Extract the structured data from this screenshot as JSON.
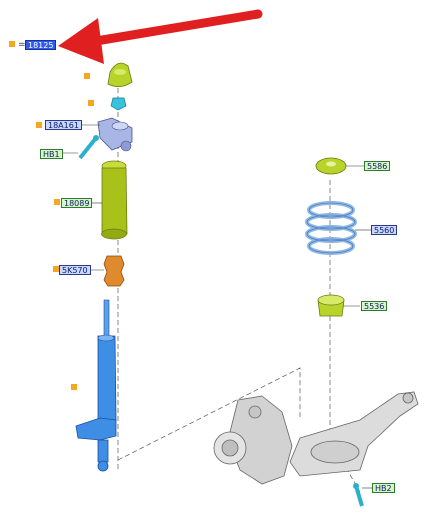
{
  "callouts": {
    "main_assembly": "18125",
    "mount": "18A161",
    "mount_bolt": "HB1",
    "dust_boot": "18089",
    "bump_stop": "5K570",
    "upper_seat": "5586",
    "coil_spring": "5560",
    "lower_seat": "5536",
    "arm_bolt": "HB2"
  },
  "legend_equals": "=",
  "colors": {
    "arrow": "#e02020",
    "strut": "#3f8ee6",
    "boot": "#a9c21a",
    "bump_stop": "#e08a2e",
    "spring": "#8fb8e6",
    "seat": "#b8d42a",
    "knuckle": "#d7d7d7",
    "marker": "#f5a623",
    "highlight": "#2f5cf0"
  },
  "icons": [
    "arrow-icon",
    "marker-icon"
  ]
}
